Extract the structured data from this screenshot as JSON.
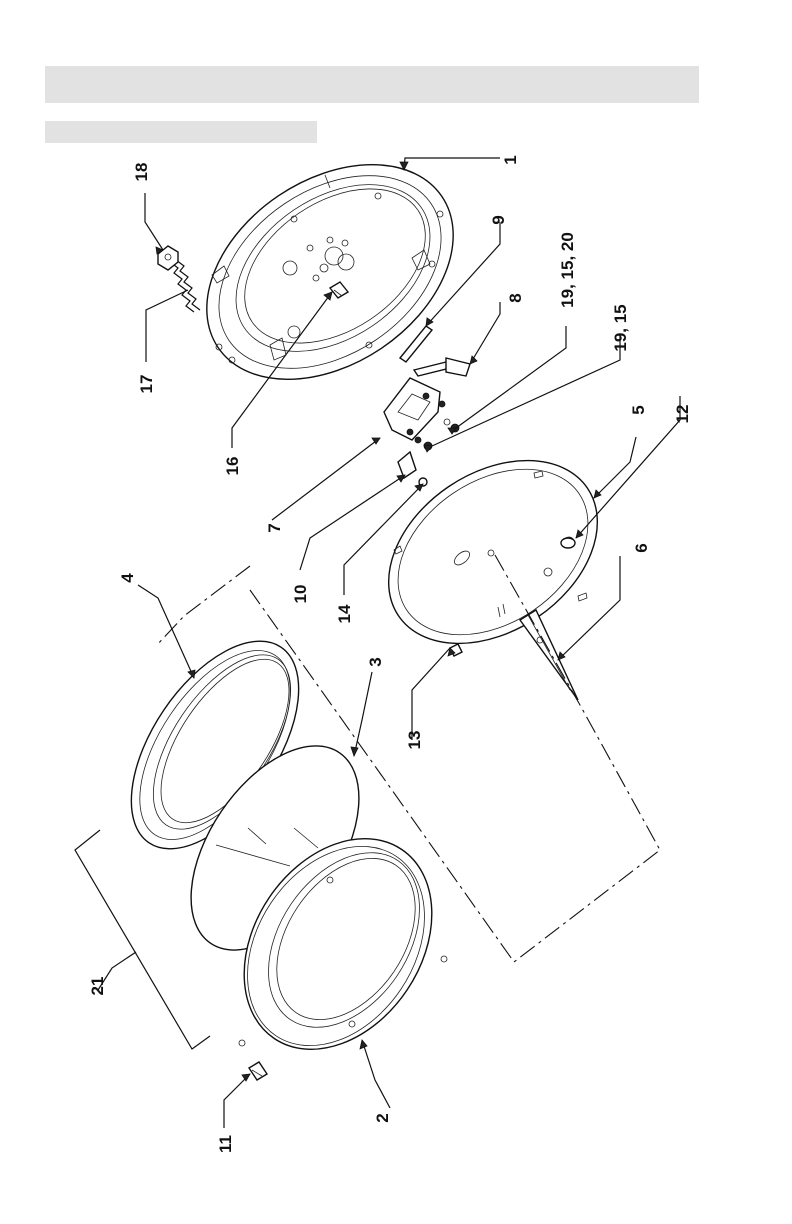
{
  "header": {
    "title": "",
    "subtitle": ""
  },
  "callouts": [
    {
      "id": "c1",
      "text": "1"
    },
    {
      "id": "c2",
      "text": "2"
    },
    {
      "id": "c3",
      "text": "3"
    },
    {
      "id": "c4",
      "text": "4"
    },
    {
      "id": "c5",
      "text": "5"
    },
    {
      "id": "c6",
      "text": "6"
    },
    {
      "id": "c7",
      "text": "7"
    },
    {
      "id": "c8",
      "text": "8"
    },
    {
      "id": "c9",
      "text": "9"
    },
    {
      "id": "c10",
      "text": "10"
    },
    {
      "id": "c11",
      "text": "11"
    },
    {
      "id": "c12",
      "text": "12"
    },
    {
      "id": "c13",
      "text": "13"
    },
    {
      "id": "c14",
      "text": "14"
    },
    {
      "id": "c15",
      "text": "16"
    },
    {
      "id": "c16",
      "text": "17"
    },
    {
      "id": "c17",
      "text": "18"
    },
    {
      "id": "c18",
      "text": "19, 15, 20"
    },
    {
      "id": "c19",
      "text": "19, 15"
    },
    {
      "id": "c20",
      "text": "21"
    }
  ],
  "colors": {
    "line": "#111111",
    "header_bar": "#e2e2e2"
  }
}
